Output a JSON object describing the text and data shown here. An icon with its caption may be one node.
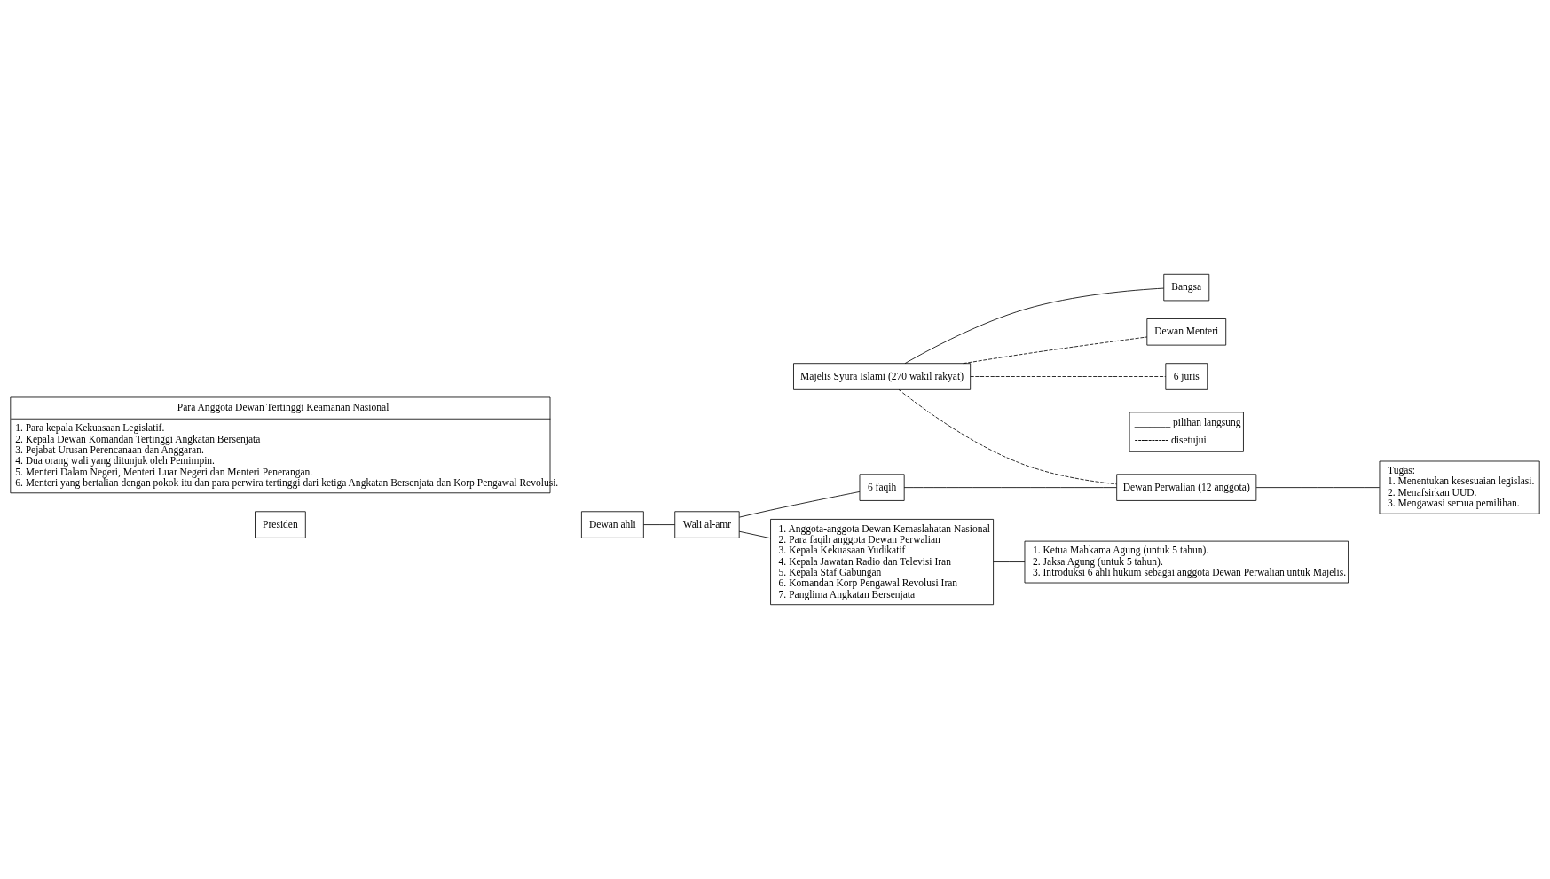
{
  "diagram": {
    "nodes": [
      {
        "text": [
          "Bangsa"
        ]
      },
      {
        "text": [
          "Presiden"
        ]
      },
      {
        "text": [
          "Dewan ahli"
        ]
      },
      {
        "text": [
          "Majelis Syura Islami (270 wakil rakyat)"
        ]
      },
      {
        "text": [
          "Dewan Menteri"
        ]
      },
      {
        "text": [
          "Wali al-amr"
        ]
      },
      {
        "text": [
          "1. Anggota-anggota Dewan Kemaslahatan Nasional",
          "2. Para faqih anggota Dewan Perwalian",
          "3. Kepala Kekuasaan Yudikatif",
          "4. Kepala Jawatan Radio dan Televisi Iran",
          "5. Kepala Staf Gabungan",
          "6. Komandan Korp Pengawal Revolusi Iran",
          "7. Panglima Angkatan Bersenjata"
        ]
      },
      {
        "text": [
          "1. Ketua Mahkama Agung (untuk 5 tahun).",
          "2. Jaksa Agung (untuk 5 tahun).",
          "3. Introduksi 6 ahli hukum sebagai anggota Dewan Perwalian untuk Majelis."
        ]
      },
      {
        "text": [
          "6 juris"
        ]
      },
      {
        "text": [
          "6 faqih"
        ]
      },
      {
        "text": [
          "Para Anggota Dewan Tertinggi Keamanan Nasional",
          "1. Para kepala Kekuasaan Legislatif.",
          "2. Kepala Dewan Komandan Tertinggi Angkatan Bersenjata",
          "3. Pejabat Urusan Perencanaan dan Anggaran.",
          "4. Dua orang wali yang ditunjuk oleh Pemimpin.",
          "5. Menteri Dalam Negeri, Menteri Luar Negeri dan Menteri Penerangan.",
          "6. Menteri yang bertalian dengan pokok itu dan para perwira tertinggi dari ketiga Angkatan Bersenjata dan Korp Pengawal Revolusi."
        ]
      },
      {
        "text": [
          "Dewan Perwalian (12 anggota)"
        ]
      },
      {
        "text": [
          "Tugas:",
          "1. Menentukan kesesuaian legislasi.",
          "2. Menafsirkan UUD.",
          "3. Mengawasi semua pemilihan."
        ]
      }
    ],
    "edges": [
      {
        "from": 3,
        "to": 0,
        "arrow": "none"
      },
      {
        "from": 3,
        "to": 4,
        "arrow": "none",
        "style": "dashed"
      },
      {
        "from": 3,
        "to": 8,
        "arrow": "none",
        "style": "dashed"
      },
      {
        "from": 3,
        "to": 11,
        "arrow": "none",
        "style": "dashed"
      },
      {
        "from": 2,
        "to": 5,
        "arrow": "none"
      },
      {
        "from": 5,
        "to": 6,
        "arrow": "none"
      },
      {
        "from": 6,
        "to": 7,
        "arrow": "none"
      },
      {
        "from": 5,
        "to": 9,
        "arrow": "none"
      },
      {
        "from": 9,
        "to": 11,
        "arrow": "none"
      },
      {
        "from": 11,
        "to": 12,
        "arrow": "none"
      }
    ],
    "legend": [
      {
        "text": "_______ pilihan langsung"
      },
      {
        "text": "---------- disetujui"
      }
    ]
  }
}
